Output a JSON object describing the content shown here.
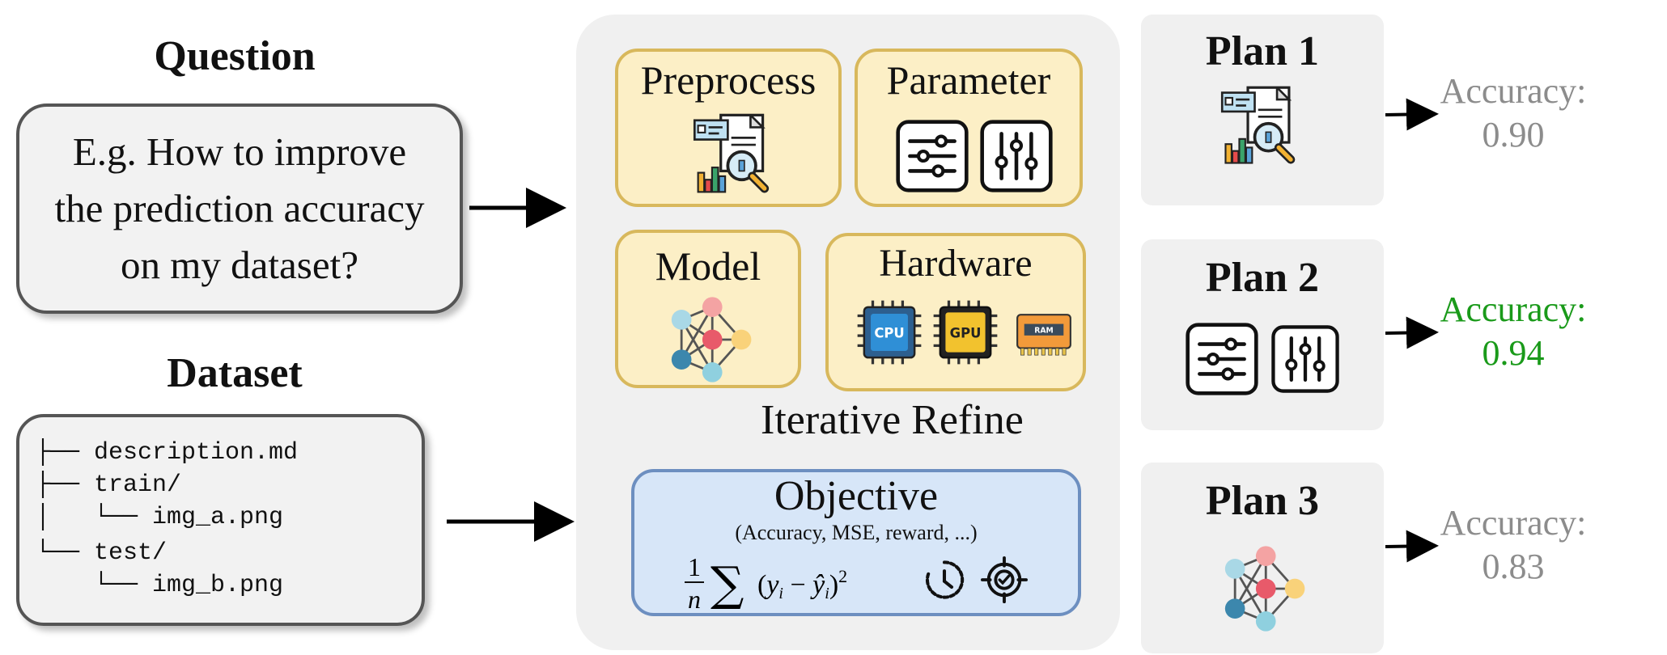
{
  "question": {
    "title": "Question",
    "lines": [
      "E.g. How to improve",
      "the prediction accuracy",
      "on my dataset?"
    ]
  },
  "dataset": {
    "title": "Dataset",
    "tree": [
      "├── description.md",
      "├── train/",
      "│   └── img_a.png",
      "└── test/",
      "    └── img_b.png"
    ]
  },
  "center": {
    "preprocess": "Preprocess",
    "parameter": "Parameter",
    "model": "Model",
    "hardware": "Hardware",
    "cpu_label": "CPU",
    "gpu_label": "GPU",
    "ram_label": "RAM",
    "iterative": "Iterative Refine",
    "objective": {
      "title": "Objective",
      "subtitle": "(Accuracy, MSE, reward, ...)"
    }
  },
  "plans": [
    {
      "title": "Plan 1",
      "acc_label": "Accuracy:",
      "acc_value": "0.90",
      "color": "#8c8c8c",
      "icon": "report-analysis-icon"
    },
    {
      "title": "Plan 2",
      "acc_label": "Accuracy:",
      "acc_value": "0.94",
      "color": "#1a9a1a",
      "icon": "sliders-icon"
    },
    {
      "title": "Plan 3",
      "acc_label": "Accuracy:",
      "acc_value": "0.83",
      "color": "#8c8c8c",
      "icon": "neural-network-icon"
    }
  ],
  "colors": {
    "yellow_fill": "#fcefc6",
    "yellow_border": "#d8b85c",
    "blue_fill": "#d7e6f8",
    "blue_border": "#6d8fc0",
    "highlight": "#1a9a1a"
  }
}
